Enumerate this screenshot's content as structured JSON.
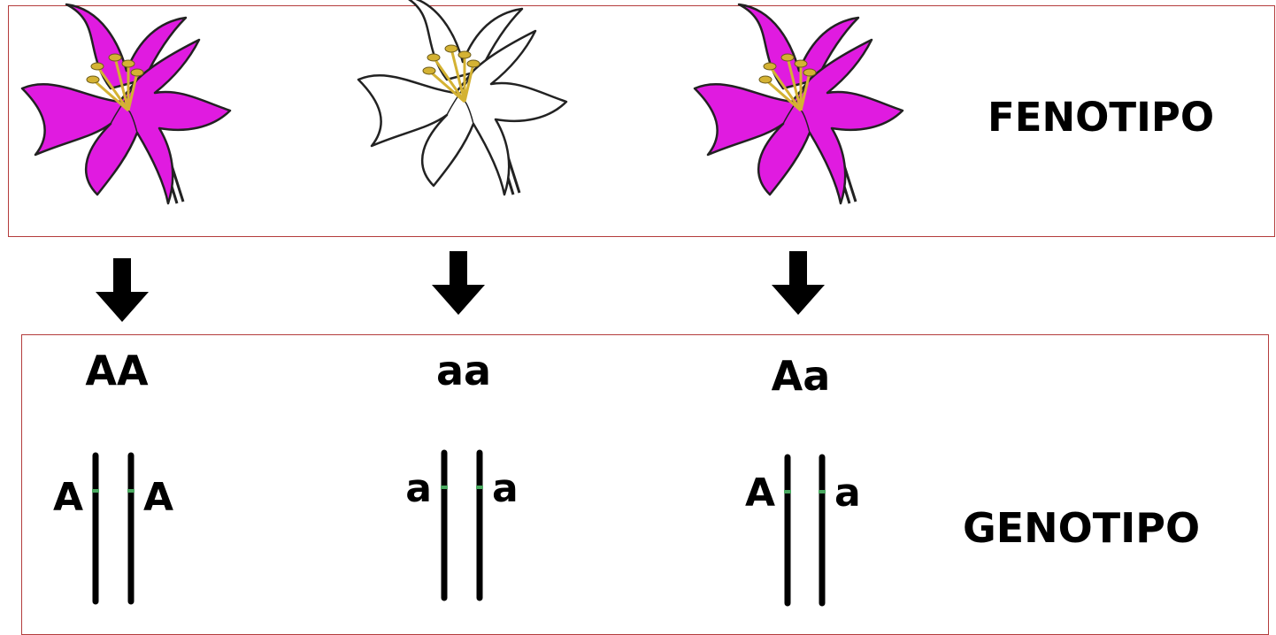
{
  "phenotype_label": "FENOTIPO",
  "genotype_label": "GENOTIPO",
  "colors": {
    "frame": "#b43c3c",
    "magenta_flower": "#e01be0",
    "white_flower": "#ffffff",
    "stamen": "#d4b233",
    "chromosome": "#000000",
    "locus": "#4aa860"
  },
  "individuals": [
    {
      "flower_color": "magenta",
      "genotype": "AA",
      "left_allele": "A",
      "right_allele": "A"
    },
    {
      "flower_color": "white",
      "genotype": "aa",
      "left_allele": "a",
      "right_allele": "a"
    },
    {
      "flower_color": "magenta",
      "genotype": "Aa",
      "left_allele": "A",
      "right_allele": "a"
    }
  ]
}
